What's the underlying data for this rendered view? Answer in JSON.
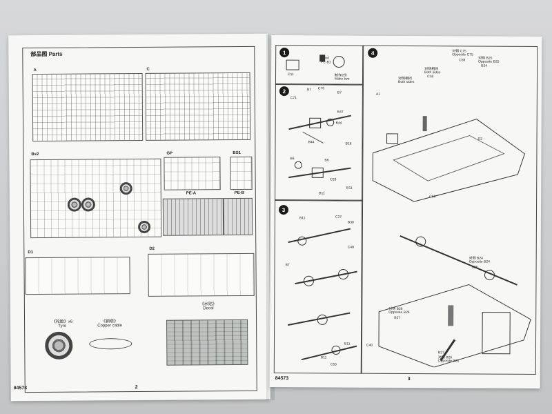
{
  "left_page": {
    "title": "部品图 Parts",
    "sprues": {
      "A": "A",
      "C": "C",
      "Bx2": "Bx2",
      "GP": "GP",
      "BS1": "BS1",
      "PE_A": "PE-A",
      "PE_B": "PE-B",
      "D1": "D1",
      "D2": "D2"
    },
    "items": {
      "tyre_cn": "《轮胎》x6",
      "tyre_en": "Tyre",
      "cable_cn": "《铜缆》",
      "cable_en": "Copper cable",
      "decal_cn": "《水贴》",
      "decal_en": "Decal"
    },
    "footer_code": "84573",
    "page_number": "2"
  },
  "right_page": {
    "steps": [
      "1",
      "2",
      "3",
      "4"
    ],
    "step1": {
      "labels": [
        "C11",
        "Bend",
        "PE-B1",
        "制作2份",
        "Make two"
      ]
    },
    "step2": {
      "labels": [
        "C71",
        "B7",
        "C70",
        "B7",
        "B47",
        "B44",
        "B44",
        "B16",
        "B6",
        "B6",
        "C28",
        "B11",
        "B11"
      ]
    },
    "step3": {
      "labels": [
        "B11",
        "C27",
        "B30",
        "C49",
        "B7",
        "B11",
        "C40",
        "B11",
        "C55"
      ]
    },
    "step4": {
      "labels": [
        "对侧 C75",
        "Opposite C75",
        "C58",
        "对侧 B25",
        "Opposite B25",
        "B24",
        "对侧相同",
        "Both sides",
        "C16",
        "对侧相同",
        "Both sides",
        "A1",
        "D2",
        "C50",
        "对侧 B24",
        "Opposite B24",
        "B25",
        "对侧 B26",
        "Opposite B26",
        "B27",
        "B27",
        "对侧 B26",
        "Opposite B26"
      ]
    },
    "footer_code": "84573",
    "page_number": "3"
  }
}
